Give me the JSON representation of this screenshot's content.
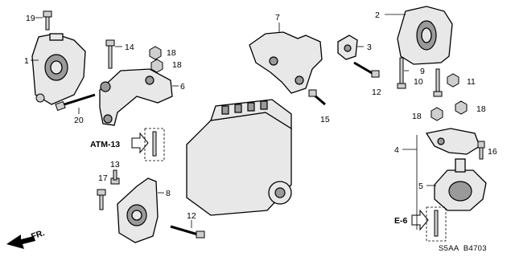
{
  "diagram": {
    "callouts": {
      "c1": "1",
      "c2": "2",
      "c3": "3",
      "c4": "4",
      "c5": "5",
      "c6": "6",
      "c7": "7",
      "c8": "8",
      "c9": "9",
      "c10": "10",
      "c11": "11",
      "c12a": "12",
      "c12b": "12",
      "c13": "13",
      "c14": "14",
      "c15": "15",
      "c16": "16",
      "c17": "17",
      "c18a": "18",
      "c18b": "18",
      "c18c": "18",
      "c18d": "18",
      "c19": "19",
      "c20": "20"
    },
    "references": {
      "atm": "ATM-13",
      "e6": "E-6",
      "front": "FR."
    },
    "diagram_code": "S5AA  B4703"
  }
}
